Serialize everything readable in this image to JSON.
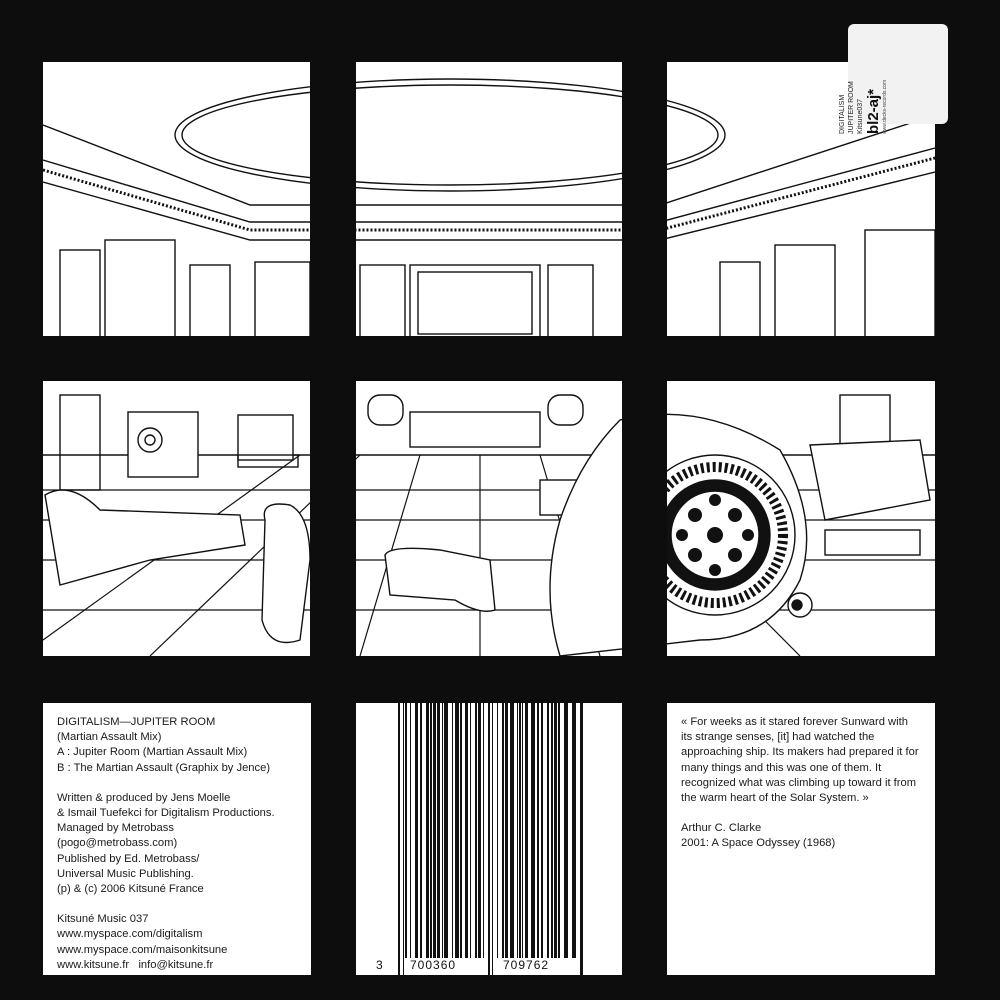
{
  "release": {
    "title_line": "DIGITALISM—JUPITER ROOM",
    "subtitle": "(Martian Assault Mix)",
    "tracks": [
      "A : Jupiter Room (Martian Assault Mix)",
      "B : The Martian Assault (Graphix by Jence)"
    ],
    "credits": [
      "Written & produced by Jens Moelle",
      "& Ismail Tuefekci for Digitalism Productions.",
      "Managed by Metrobass (pogo@metrobass.com)",
      "Published by Ed. Metrobass/",
      "Universal Music Publishing.",
      "(p) & (c) 2006 Kitsuné France"
    ],
    "catalog": "Kitsuné Music 037",
    "links": [
      "www.myspace.com/digitalism",
      "www.myspace.com/maisonkitsune",
      "www.kitsune.fr   info@kitsune.fr"
    ]
  },
  "barcode": {
    "lead_digit": "3",
    "group1": "700360",
    "group2": "709762"
  },
  "quote": {
    "text": "« For weeks as it stared forever Sunward with its strange senses, [it] had watched the approaching ship. Its makers had prepared it for many things and this was one of them. It recognized what was climbing up toward it from the warm heart of the Solar System. »",
    "author": "Arthur C. Clarke",
    "source": "2001: A Space Odyssey (1968)"
  },
  "sticker": {
    "artist": "DIGITALISM",
    "title": "JUPITER ROOM",
    "catalog": "Kitsune037",
    "code": "bl2-aj*",
    "url": "www.decks-records.com"
  }
}
